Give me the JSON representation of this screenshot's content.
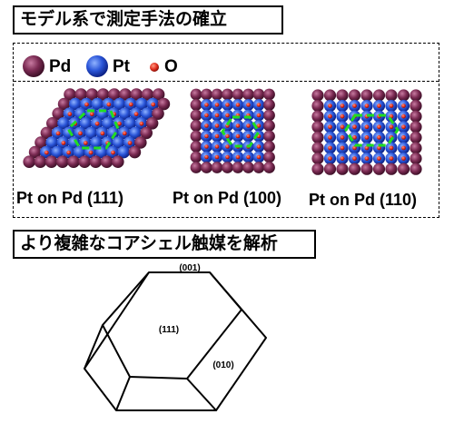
{
  "titles": {
    "model": "モデル系で測定手法の確立",
    "complex": "より複雑なコアシェル触媒を解析"
  },
  "legend": {
    "pd": "Pd",
    "pt": "Pt",
    "o": "O"
  },
  "captions": {
    "s111": "Pt on Pd (111)",
    "s100": "Pt on Pd (100)",
    "s110": "Pt on Pd (110)"
  },
  "facets": {
    "top": "(001)",
    "front": "(111)",
    "side": "(010)"
  },
  "colors": {
    "pd": "#7a2a52",
    "pt": "#2a55d8",
    "o": "#e23020",
    "highlight": "#22dd22"
  }
}
